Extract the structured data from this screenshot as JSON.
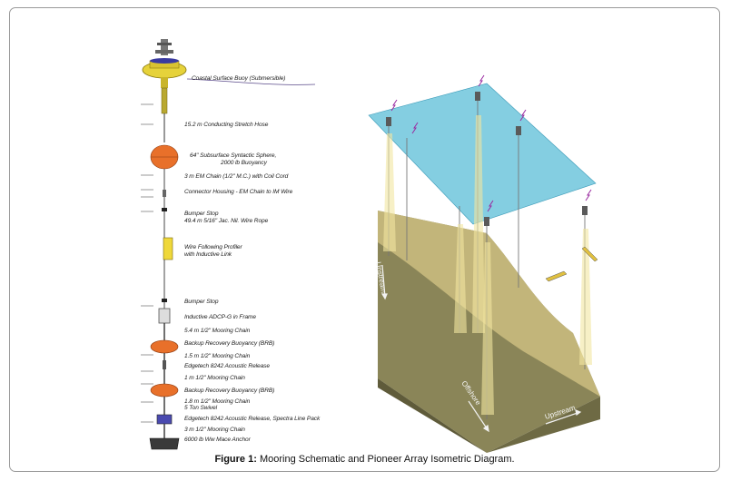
{
  "caption": {
    "figure_label": "Figure 1:",
    "text": " Mooring Schematic and Pioneer Array Isometric Diagram."
  },
  "mooring_labels": [
    "Coastal Surface Buoy (Submersible)",
    "15.2 m Conducting Stretch Hose",
    "64\" Subsurface Syntactic Sphere,",
    "2000 lb Buoyancy",
    "3 m EM Chain (1/2\" M.C.) with Coil Cord",
    "Connector Housing - EM Chain to IM Wire",
    "Bumper Stop",
    "49.4 m 5/16\" Jac. Nil. Wire Rope",
    "Wire Following Profiler",
    "with Inductive Link",
    "Bumper Stop",
    "Inductive ADCP-G in Frame",
    "5.4 m 1/2\" Mooring Chain",
    "Backup Recovery Buoyancy (BRB)",
    "1.5 m 1/2\" Mooring Chain",
    "Edgetech 8242 Acoustic Release",
    "1 m 1/2\" Mooring Chain",
    "Backup Recovery Buoyancy (BRB)",
    "1.8 m 1/2\" Mooring Chain",
    "5 Ton Swivel",
    "Edgetech 8242 Acoustic Release, Spectra Line Pack",
    "3 m 1/2\" Mooring Chain",
    "6000 lb Ww Mace Anchor"
  ],
  "isometric_labels": {
    "upstream": "Upstream",
    "offshore": "Offshore",
    "upstream_side": "Upstream"
  },
  "colors": {
    "buoy_yellow": "#e6d23a",
    "sphere_orange": "#e8702a",
    "sea_surface": "#6fc6dc",
    "seafloor": "#8a8558"
  }
}
